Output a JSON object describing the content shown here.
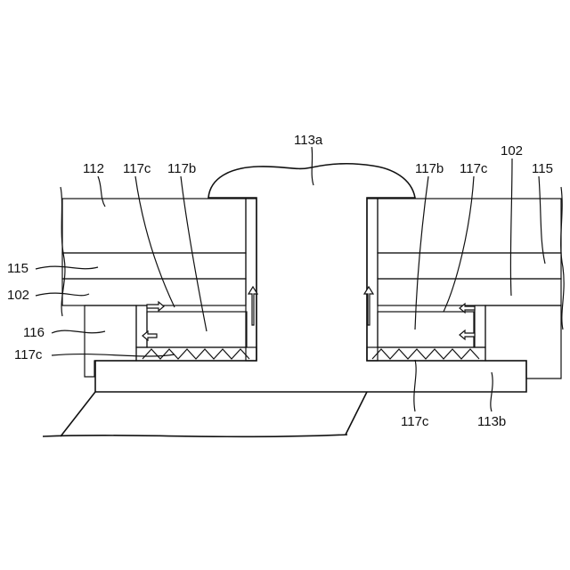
{
  "labels": {
    "l113a": "113a",
    "l112": "112",
    "l117c_tl": "117c",
    "l117b_tl": "117b",
    "l117b_tr": "117b",
    "l117c_tr": "117c",
    "l102_tr": "102",
    "l115_tr": "115",
    "l115_l": "115",
    "l102_l": "102",
    "l116": "116",
    "l117c_l": "117c",
    "l117c_b": "117c",
    "l113b": "113b"
  }
}
